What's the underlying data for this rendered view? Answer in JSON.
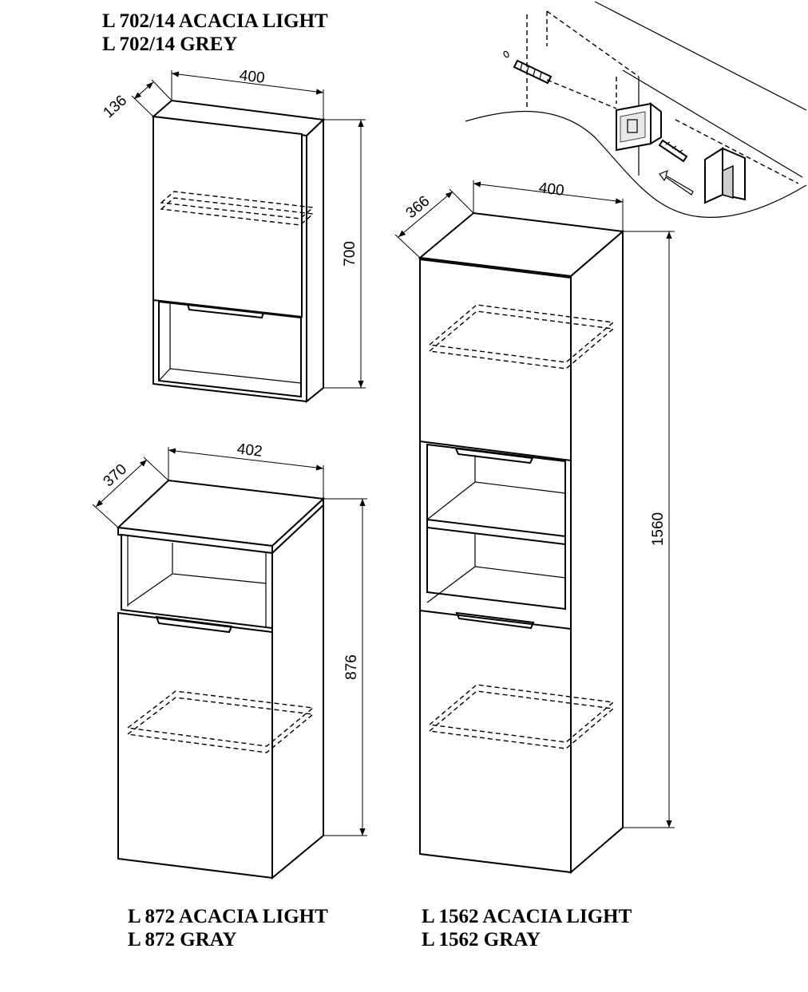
{
  "products": {
    "wall_cabinet": {
      "title_line1": "L 702/14 ACACIA LIGHT",
      "title_line2": "L 702/14 GREY",
      "dim_width": "400",
      "dim_depth": "136",
      "dim_height": "700"
    },
    "low_cabinet": {
      "title_line1": "L 872 ACACIA LIGHT",
      "title_line2": "L 872 GRAY",
      "dim_width": "402",
      "dim_depth": "370",
      "dim_height": "876"
    },
    "tall_cabinet": {
      "title_line1": "L 1562 ACACIA LIGHT",
      "title_line2": "L 1562 GRAY",
      "dim_width": "400",
      "dim_depth": "366",
      "dim_height": "1560"
    }
  }
}
